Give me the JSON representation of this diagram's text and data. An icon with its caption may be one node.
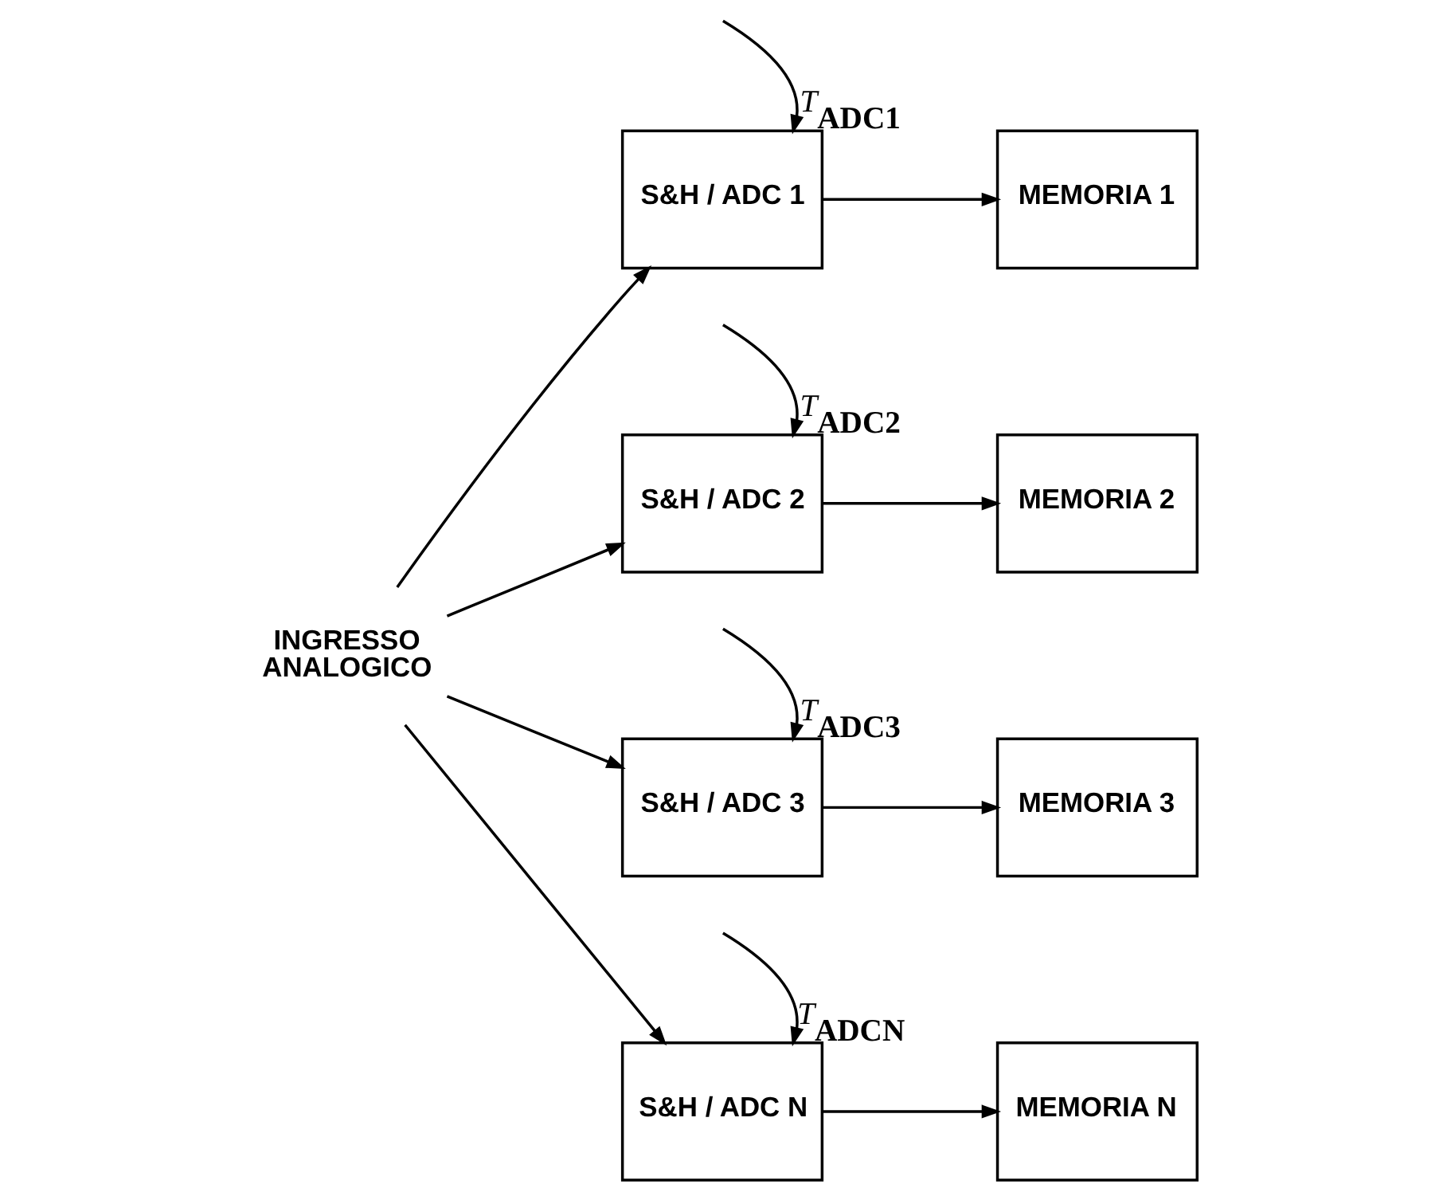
{
  "diagram": {
    "nodes": [
      {
        "text": [
          "INGRESSO",
          "ANALOGICO"
        ]
      },
      {
        "text": [
          "S&H / ADC 1"
        ]
      },
      {
        "text": [
          "MEMORIA 1"
        ]
      },
      {
        "text": [
          "S&H / ADC 2"
        ]
      },
      {
        "text": [
          "MEMORIA 2"
        ]
      },
      {
        "text": [
          "S&H / ADC 3"
        ]
      },
      {
        "text": [
          "MEMORIA 3"
        ]
      },
      {
        "text": [
          "S&H / ADC N"
        ]
      },
      {
        "text": [
          "MEMORIA N"
        ]
      }
    ],
    "edges": [
      {
        "from": 0,
        "to": 1,
        "arrow": "to"
      },
      {
        "from": 0,
        "to": 3,
        "arrow": "to"
      },
      {
        "from": 0,
        "to": 5,
        "arrow": "to"
      },
      {
        "from": 0,
        "to": 7,
        "arrow": "to"
      },
      {
        "from": null,
        "to": 1,
        "arrow": "to",
        "label": "T$_{ADC1}$"
      },
      {
        "from": 1,
        "to": 2,
        "arrow": "to"
      },
      {
        "from": null,
        "to": 3,
        "arrow": "to",
        "label": "T$_{ADC2}$"
      },
      {
        "from": 3,
        "to": 4,
        "arrow": "to"
      },
      {
        "from": null,
        "to": 5,
        "arrow": "to",
        "label": "T$_{ADC3}$"
      },
      {
        "from": 5,
        "to": 6,
        "arrow": "to"
      },
      {
        "from": null,
        "to": 7,
        "arrow": "to",
        "label": "T$_{ADCN}$"
      },
      {
        "from": 7,
        "to": 8,
        "arrow": "to"
      }
    ]
  }
}
